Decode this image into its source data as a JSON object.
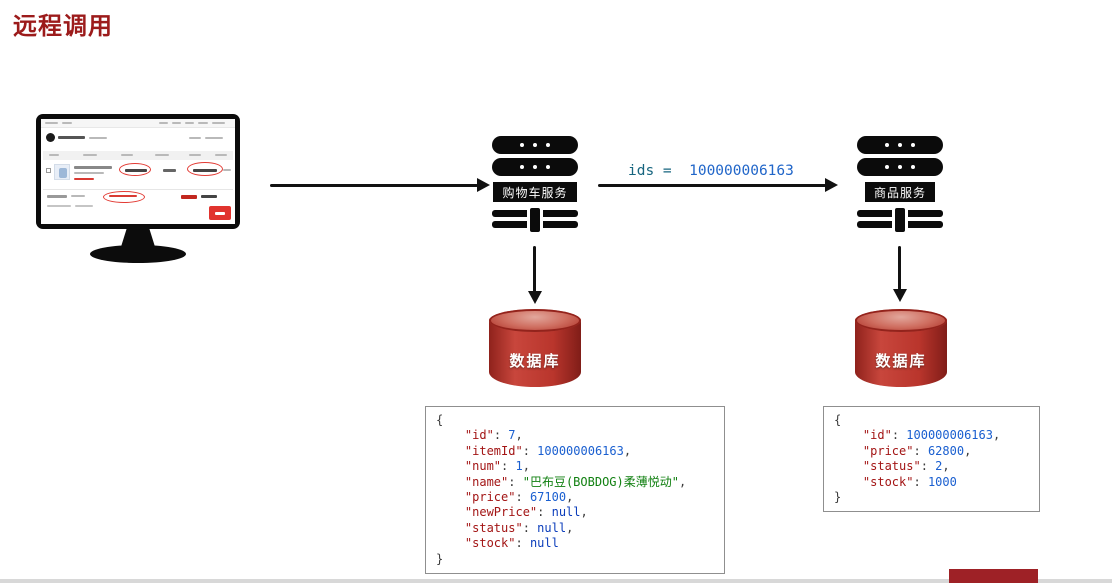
{
  "title": {
    "text": "远程调用",
    "color": "#9c1b1b"
  },
  "flow": {
    "ids_label": "ids =  ",
    "ids_value": "100000006163"
  },
  "services": {
    "cart": {
      "label": "购物车服务"
    },
    "product": {
      "label": "商品服务"
    }
  },
  "databases": {
    "cart": {
      "label": "数据库"
    },
    "product": {
      "label": "数据库"
    }
  },
  "code": {
    "cart": {
      "lines": [
        [
          {
            "c": "p",
            "t": "{"
          }
        ],
        [
          {
            "c": "p",
            "t": "    "
          },
          {
            "c": "k",
            "t": "\"id\""
          },
          {
            "c": "p",
            "t": ": "
          },
          {
            "c": "n",
            "t": "7"
          },
          {
            "c": "p",
            "t": ","
          }
        ],
        [
          {
            "c": "p",
            "t": "    "
          },
          {
            "c": "k",
            "t": "\"itemId\""
          },
          {
            "c": "p",
            "t": ": "
          },
          {
            "c": "n",
            "t": "100000006163"
          },
          {
            "c": "p",
            "t": ","
          }
        ],
        [
          {
            "c": "p",
            "t": "    "
          },
          {
            "c": "k",
            "t": "\"num\""
          },
          {
            "c": "p",
            "t": ": "
          },
          {
            "c": "n",
            "t": "1"
          },
          {
            "c": "p",
            "t": ","
          }
        ],
        [
          {
            "c": "p",
            "t": "    "
          },
          {
            "c": "k",
            "t": "\"name\""
          },
          {
            "c": "p",
            "t": ": "
          },
          {
            "c": "s",
            "t": "\"巴布豆(BOBDOG)柔薄悦动\""
          },
          {
            "c": "p",
            "t": ","
          }
        ],
        [
          {
            "c": "p",
            "t": "    "
          },
          {
            "c": "k",
            "t": "\"price\""
          },
          {
            "c": "p",
            "t": ": "
          },
          {
            "c": "n",
            "t": "67100"
          },
          {
            "c": "p",
            "t": ","
          }
        ],
        [
          {
            "c": "p",
            "t": "    "
          },
          {
            "c": "k",
            "t": "\"newPrice\""
          },
          {
            "c": "p",
            "t": ": "
          },
          {
            "c": "u",
            "t": "null"
          },
          {
            "c": "p",
            "t": ","
          }
        ],
        [
          {
            "c": "p",
            "t": "    "
          },
          {
            "c": "k",
            "t": "\"status\""
          },
          {
            "c": "p",
            "t": ": "
          },
          {
            "c": "u",
            "t": "null"
          },
          {
            "c": "p",
            "t": ","
          }
        ],
        [
          {
            "c": "p",
            "t": "    "
          },
          {
            "c": "k",
            "t": "\"stock\""
          },
          {
            "c": "p",
            "t": ": "
          },
          {
            "c": "u",
            "t": "null"
          }
        ],
        [
          {
            "c": "p",
            "t": "}"
          }
        ]
      ]
    },
    "product": {
      "lines": [
        [
          {
            "c": "p",
            "t": "{"
          }
        ],
        [
          {
            "c": "p",
            "t": "    "
          },
          {
            "c": "k",
            "t": "\"id\""
          },
          {
            "c": "p",
            "t": ": "
          },
          {
            "c": "n",
            "t": "100000006163"
          },
          {
            "c": "p",
            "t": ","
          }
        ],
        [
          {
            "c": "p",
            "t": "    "
          },
          {
            "c": "k",
            "t": "\"price\""
          },
          {
            "c": "p",
            "t": ": "
          },
          {
            "c": "n",
            "t": "62800"
          },
          {
            "c": "p",
            "t": ","
          }
        ],
        [
          {
            "c": "p",
            "t": "    "
          },
          {
            "c": "k",
            "t": "\"status\""
          },
          {
            "c": "p",
            "t": ": "
          },
          {
            "c": "n",
            "t": "2"
          },
          {
            "c": "p",
            "t": ","
          }
        ],
        [
          {
            "c": "p",
            "t": "    "
          },
          {
            "c": "k",
            "t": "\"stock\""
          },
          {
            "c": "p",
            "t": ": "
          },
          {
            "c": "n",
            "t": "1000"
          }
        ],
        [
          {
            "c": "p",
            "t": "}"
          }
        ]
      ]
    }
  },
  "colors": {
    "title_red": "#9c1b1b",
    "database_red": "#b9352c",
    "json_key": "#a31515",
    "json_number": "#1a5fd0",
    "json_string": "#118011",
    "json_null": "#0b3dbb",
    "ids_text": "#17657f"
  }
}
